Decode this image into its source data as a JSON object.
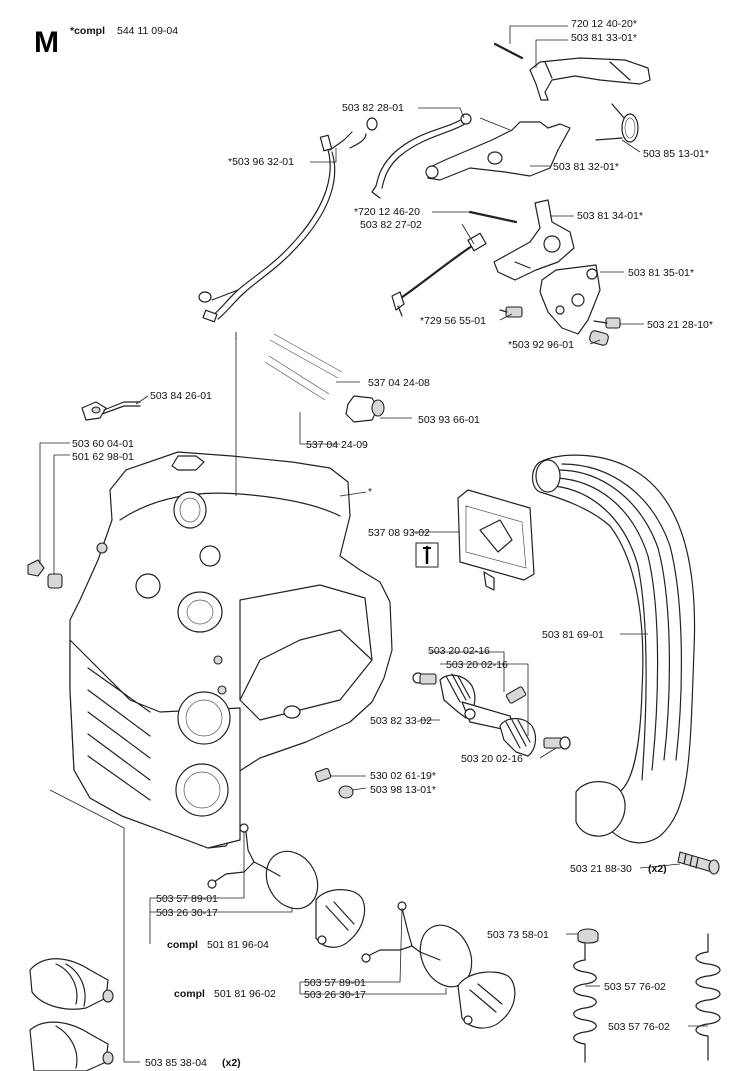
{
  "header": {
    "section_letter": "M",
    "compl_prefix": "*compl",
    "compl_number": "544 11 09-04"
  },
  "labels": {
    "p720_12_40_20": "720 12 40-20*",
    "p503_81_33_01": "503 81 33-01*",
    "p503_82_28_01": "503 82 28-01",
    "p503_85_13_01": "503 85 13-01*",
    "p503_96_32_01": "*503 96 32-01",
    "p503_81_32_01": "503 81 32-01*",
    "p720_12_46_20": "*720 12 46-20",
    "p503_82_27_02": "503 82 27-02",
    "p503_81_34_01": "503 81 34-01*",
    "p503_81_35_01": "503 81 35-01*",
    "p729_56_55_01": "*729 56 55-01",
    "p503_21_28_10": "503 21 28-10*",
    "p503_92_96_01": "*503 92 96-01",
    "p537_04_24_08": "537 04 24-08",
    "p503_84_26_01": "503 84 26-01",
    "p503_93_66_01": "503 93 66-01",
    "p537_04_24_09": "537 04 24-09",
    "p503_60_04_01": "503 60 04-01",
    "p501_62_98_01": "501 62 98-01",
    "star": "*",
    "p537_08_93_02": "537 08 93-02",
    "p503_81_69_01": "503 81 69-01",
    "p503_20_02_16_a": "503 20 02-16",
    "p503_20_02_16_b": "503 20 02-16",
    "p503_82_33_02": "503 82 33-02",
    "p503_20_02_16_c": "503 20 02-16",
    "p530_02_61_19": "530 02 61-19*",
    "p503_98_13_01": "503 98 13-01*",
    "p503_21_88_30": "503 21 88-30",
    "x2_a": "(x2)",
    "p503_57_89_01_a": "503 57 89-01",
    "p503_26_30_17_a": "503 26 30-17",
    "compl_a_prefix": "compl",
    "compl_a_number": "501 81 96-04",
    "p503_73_58_01": "503 73 58-01",
    "p503_57_76_02_a": "503 57 76-02",
    "p503_57_89_01_b": "503 57 89-01",
    "compl_b_prefix": "compl",
    "compl_b_number": "501 81 96-02",
    "p503_26_30_17_b": "503 26 30-17",
    "p503_57_76_02_b": "503 57 76-02",
    "p503_85_38_04": "503 85 38-04",
    "x2_b": "(x2)"
  }
}
